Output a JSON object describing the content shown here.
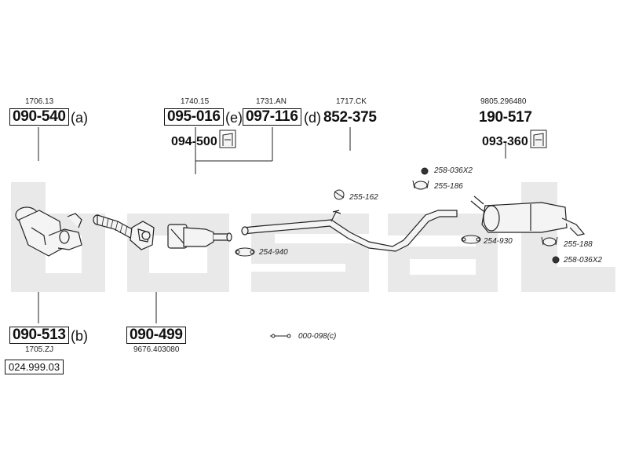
{
  "watermark": "bosal",
  "assembly_number": "024.999.03",
  "parts": {
    "p1": {
      "oem": "1706.13",
      "number": "090-540",
      "suffix": "(a)"
    },
    "p2": {
      "oem": "1740.15",
      "number": "095-016",
      "suffix": "(e)"
    },
    "p3": {
      "oem": "1731.AN",
      "number": "097-116",
      "suffix": "(d)"
    },
    "p4": {
      "oem": "1717.CK",
      "number": "852-375"
    },
    "p5": {
      "oem": "9805.296480",
      "number": "190-517"
    },
    "p6": {
      "oem": "1705.ZJ",
      "number": "090-513",
      "suffix": "(b)"
    },
    "p7": {
      "oem": "9676.403080",
      "number": "090-499"
    },
    "sub_094": "094-500",
    "sub_093": "093-360"
  },
  "hardware": {
    "h1": "258-036X2",
    "h2": "255-186",
    "h3": "255-162",
    "h4": "254-930",
    "h5": "255-188",
    "h6": "258-036X2",
    "h7": "254-940",
    "h8": "000-098(c)"
  },
  "colors": {
    "watermark": "#e9e9e9",
    "line": "#222222",
    "part_fill": "#f4f4f4"
  }
}
